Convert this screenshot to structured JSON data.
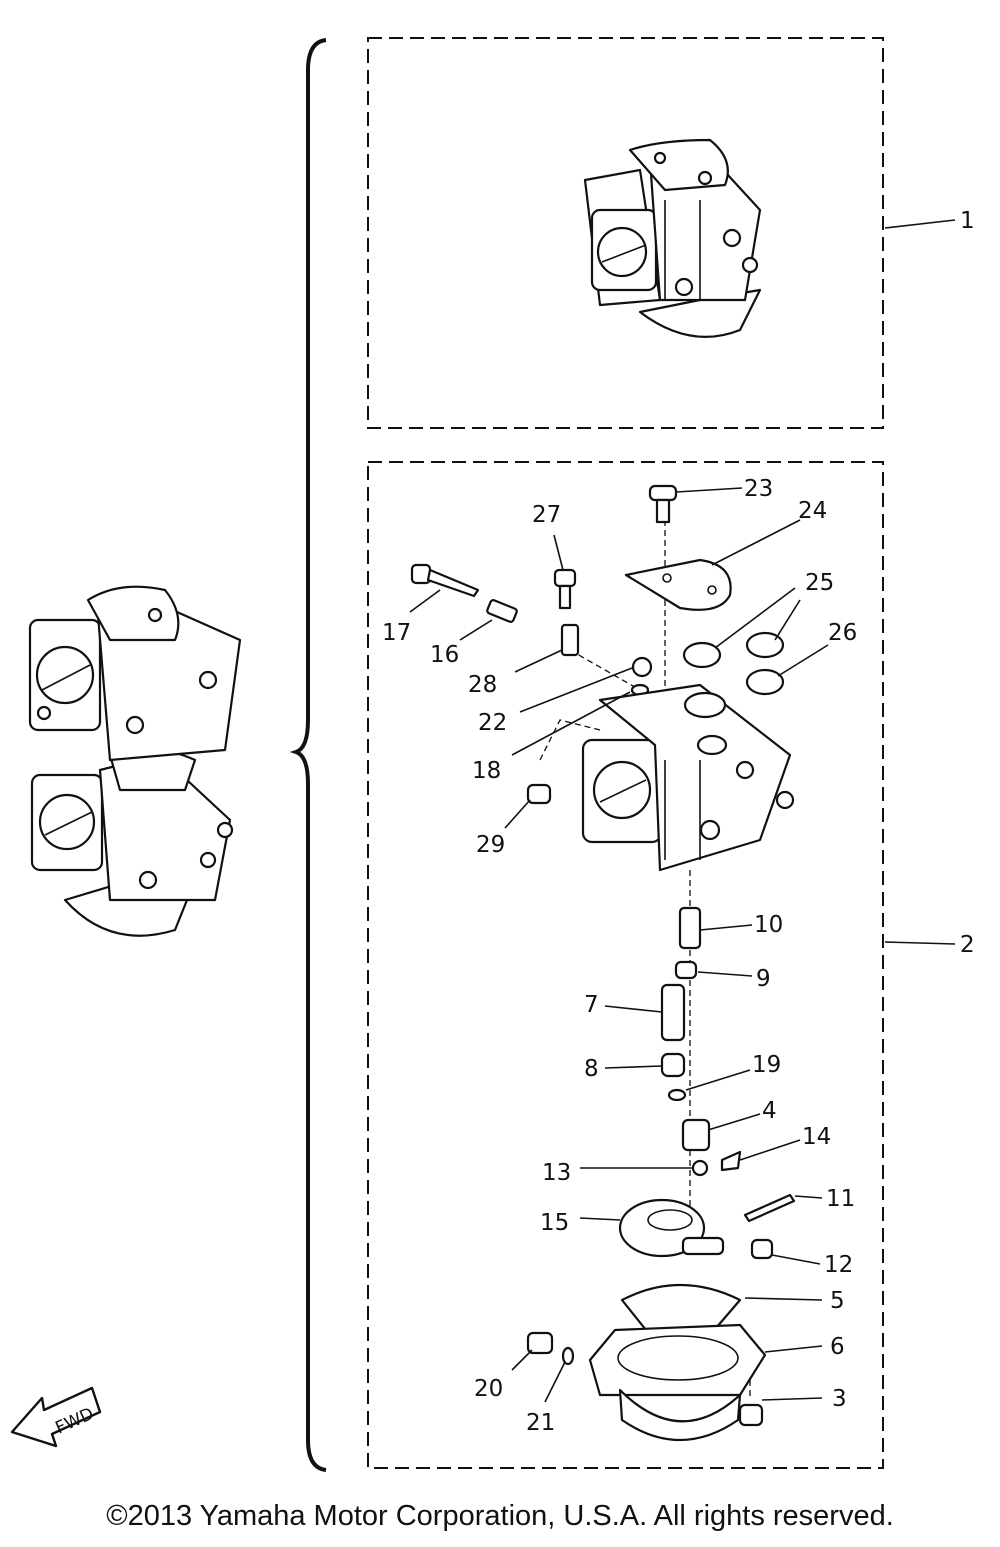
{
  "callouts": {
    "c1": "1",
    "c2": "2",
    "c3": "3",
    "c4": "4",
    "c5": "5",
    "c6": "6",
    "c7": "7",
    "c8": "8",
    "c9": "9",
    "c10": "10",
    "c11": "11",
    "c12": "12",
    "c13": "13",
    "c14": "14",
    "c15": "15",
    "c16": "16",
    "c17": "17",
    "c18": "18",
    "c19": "19",
    "c20": "20",
    "c21": "21",
    "c22": "22",
    "c23": "23",
    "c24": "24",
    "c25": "25",
    "c26": "26",
    "c27": "27",
    "c28": "28",
    "c29": "29"
  },
  "fwd_arrow": {
    "label": "FWD",
    "icon": "fwd-arrow-icon"
  },
  "copyright": "©2013 Yamaha Motor Corporation, U.S.A. All rights reserved."
}
